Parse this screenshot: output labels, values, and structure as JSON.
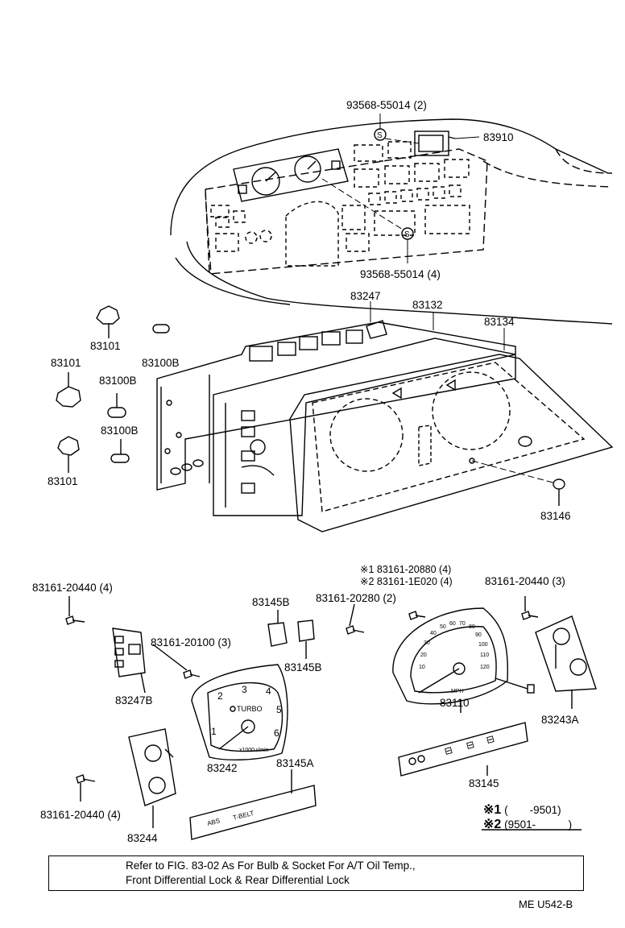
{
  "labels": {
    "p93568_top": "93568-55014 (2)",
    "p93568_mid": "93568-55014 (4)",
    "p83910": "83910",
    "p83247": "83247",
    "p83132": "83132",
    "p83134": "83134",
    "p83101_a": "83101",
    "p83100B_a": "83100B",
    "p83101_b": "83101",
    "p83100B_b": "83100B",
    "p83100B_c": "83100B",
    "p83101_c": "83101",
    "p83146": "83146",
    "p83161_20440_left": "83161-20440 (4)",
    "p83145B_top": "83145B",
    "p83161_20280": "83161-20280 (2)",
    "p83161_20880": "※1 83161-20880 (4)",
    "p83161_1E020": "※2 83161-1E020 (4)",
    "p83161_20440_right": "83161-20440 (3)",
    "p83161_20100": "83161-20100 (3)",
    "p83145B_bot": "83145B",
    "p83247B": "83247B",
    "p83110": "83110",
    "p83243A": "83243A",
    "p83145A": "83145A",
    "p83242": "83242",
    "p83145": "83145",
    "p83161_20440_bottom": "83161-20440 (4)",
    "p83244": "83244"
  },
  "gauge_text": {
    "tach_turbo": "TURBO",
    "tach_unit": "x1000 r/min",
    "tach_ticks": [
      "1",
      "2",
      "3",
      "4",
      "5",
      "6"
    ],
    "speedo_unit": "MPH",
    "speedo_ticks": [
      "10",
      "20",
      "30",
      "40",
      "50",
      "60",
      "70",
      "80",
      "90",
      "100",
      "110",
      "120"
    ],
    "panel_abs": "ABS",
    "panel_tbelt": "T-BELT"
  },
  "legend": {
    "row1_mark": "※1",
    "row1_range": "(　　-9501)",
    "row2_mark": "※2",
    "row2_range": "(9501-　　　)"
  },
  "note": {
    "line1": "Refer to FIG. 83-02 As For Bulb & Socket For A/T Oil Temp.,",
    "line2": "Front Differential Lock & Rear Differential Lock"
  },
  "code": "ME  U542-B"
}
